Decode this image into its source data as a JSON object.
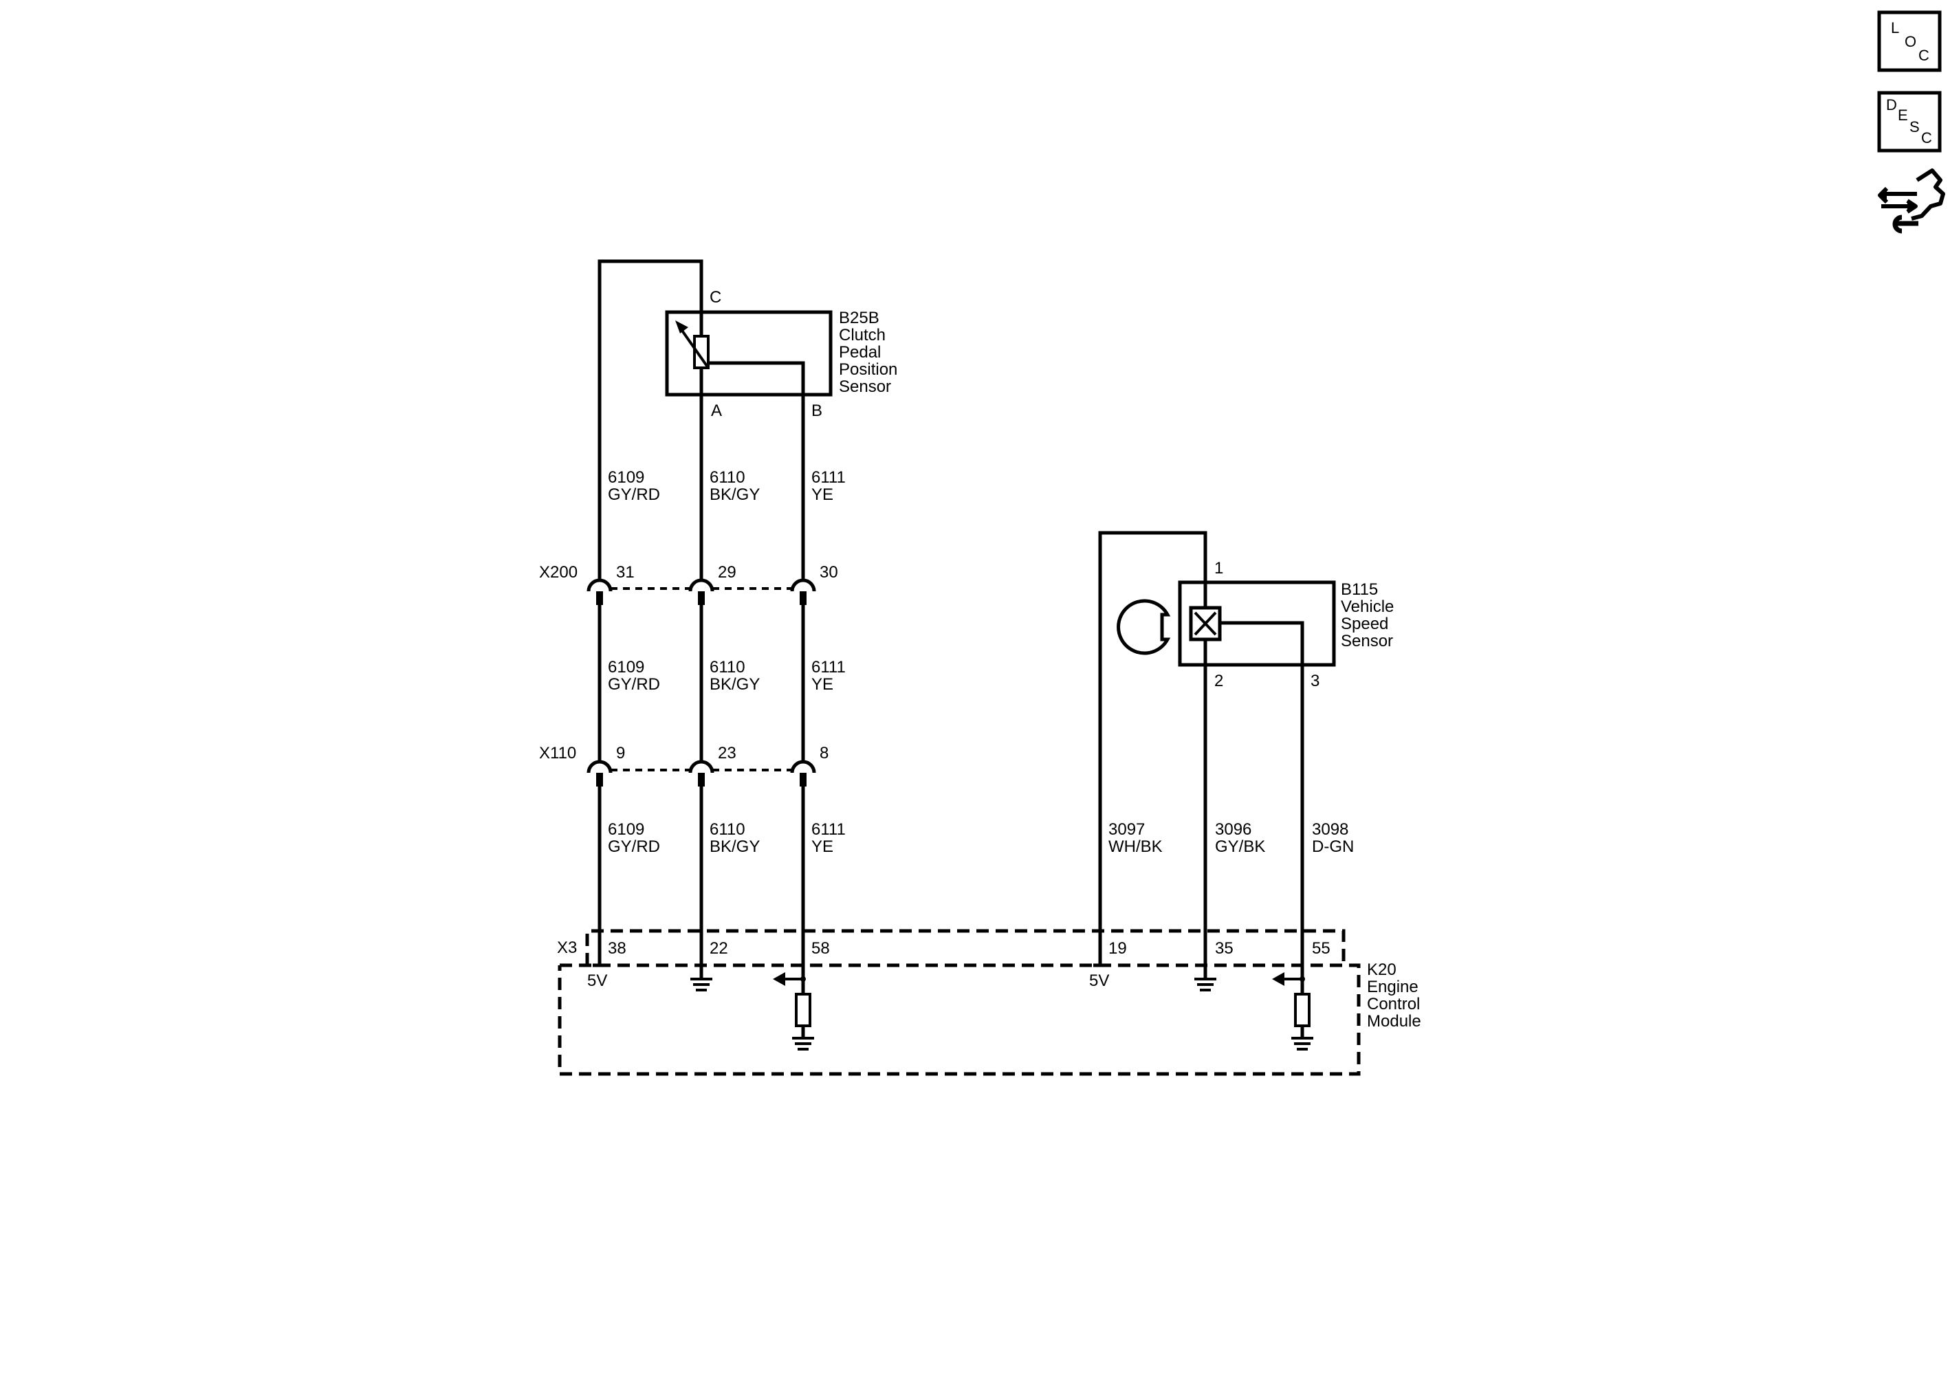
{
  "icons": {
    "loc": {
      "l1": "L",
      "l2": "O",
      "l3": "C"
    },
    "desc": {
      "l1": "D",
      "l2": "E",
      "l3": "S",
      "l4": "C"
    },
    "nav": "vehicle-service-icon"
  },
  "b25b": {
    "id": "B25B",
    "line1": "Clutch",
    "line2": "Pedal",
    "line3": "Position",
    "line4": "Sensor",
    "pin_c": "C",
    "pin_a": "A",
    "pin_b": "B"
  },
  "b115": {
    "id": "B115",
    "line1": "Vehicle",
    "line2": "Speed",
    "line3": "Sensor",
    "pin_1": "1",
    "pin_2": "2",
    "pin_3": "3"
  },
  "k20": {
    "id": "K20",
    "line1": "Engine",
    "line2": "Control",
    "line3": "Module",
    "connector": "X3",
    "v5_left": "5V",
    "v5_right": "5V"
  },
  "x200": {
    "name": "X200",
    "pins": [
      "31",
      "29",
      "30"
    ]
  },
  "x110": {
    "name": "X110",
    "pins": [
      "9",
      "23",
      "8"
    ]
  },
  "x3_pins": [
    "38",
    "22",
    "58",
    "19",
    "35",
    "55"
  ],
  "wires_upper": [
    {
      "circuit": "6109",
      "color": "GY/RD"
    },
    {
      "circuit": "6110",
      "color": "BK/GY"
    },
    {
      "circuit": "6111",
      "color": "YE"
    }
  ],
  "wires_middle": [
    {
      "circuit": "6109",
      "color": "GY/RD"
    },
    {
      "circuit": "6110",
      "color": "BK/GY"
    },
    {
      "circuit": "6111",
      "color": "YE"
    }
  ],
  "wires_lower": [
    {
      "circuit": "6109",
      "color": "GY/RD"
    },
    {
      "circuit": "6110",
      "color": "BK/GY"
    },
    {
      "circuit": "6111",
      "color": "YE"
    }
  ],
  "wires_vss": [
    {
      "circuit": "3097",
      "color": "WH/BK"
    },
    {
      "circuit": "3096",
      "color": "GY/BK"
    },
    {
      "circuit": "3098",
      "color": "D-GN"
    }
  ]
}
